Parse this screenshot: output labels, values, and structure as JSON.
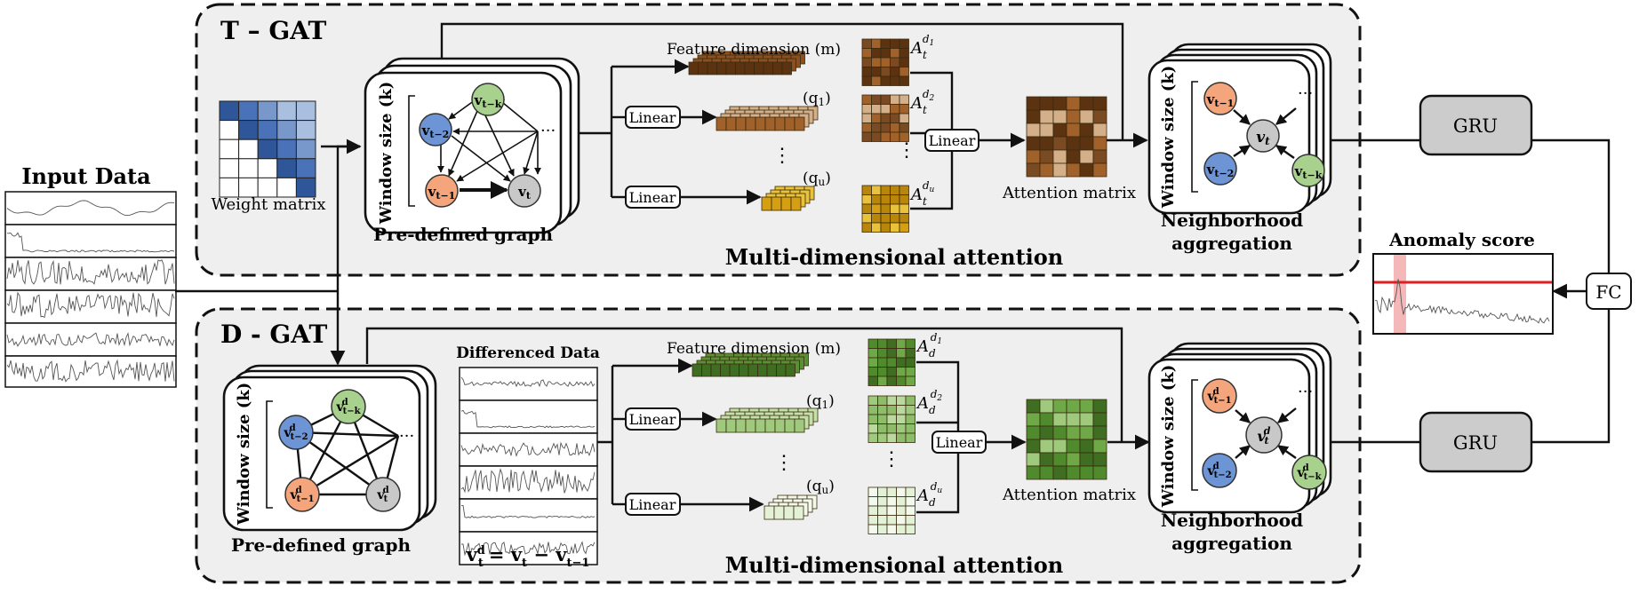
{
  "input": {
    "title": "Input Data"
  },
  "tgat": {
    "title": "T – GAT",
    "weight_label": "Weight matrix",
    "graph_label": "Pre-defined graph",
    "window_label": "Window size (k)",
    "nodes": {
      "n1": "v",
      "n1_sub": "t−k",
      "n2": "v",
      "n2_sub": "t−2",
      "n3": "v",
      "n3_sub": "t−1",
      "n4": "v",
      "n4_sub": "t"
    },
    "feature_label": "Feature dimension (m)",
    "q1": "(q",
    "q1_sub": "1",
    "qu": "(q",
    "qu_sub": "u",
    "linear": "Linear",
    "attn_d1": "A",
    "attn_sub": "t",
    "attn_sup1": "d",
    "attn_sup1_sub": "1",
    "attn_sup2_sub": "2",
    "attn_supu_sub": "u",
    "attention_matrix_label": "Attention matrix",
    "mda_label": "Multi-dimensional attention",
    "agg_label_1": "Neighborhood",
    "agg_label_2": "aggregation",
    "agg_nodes": {
      "a1_sub": "t−1",
      "a2_sub": "t−2",
      "a3_sub": "t−k",
      "center": "v",
      "center_sub": "t"
    }
  },
  "dgat": {
    "title": "D - GAT",
    "graph_label": "Pre-defined graph",
    "window_label": "Window size (k)",
    "diff_title": "Differenced Data",
    "diff_formula_lhs": "v",
    "diff_formula_rhs": "= v",
    "diff_formula_sub_t": "t",
    "diff_formula_minus": " − v",
    "diff_formula_sub_t1": "t−1",
    "sup_d": "d",
    "feature_label": "Feature dimension (m)",
    "linear": "Linear",
    "attn_d1": "A",
    "attn_sub": "d",
    "attention_matrix_label": "Attention matrix",
    "mda_label": "Multi-dimensional attention",
    "agg_label_1": "Neighborhood",
    "agg_label_2": "aggregation"
  },
  "right": {
    "gru_top": "GRU",
    "gru_bottom": "GRU",
    "fc": "FC",
    "anomaly_title": "Anomaly score"
  },
  "ellipsis": "···",
  "vdots": "⋮",
  "colors": {
    "brown_dark": "#5c3310",
    "brown_mid": "#a0612a",
    "brown_light": "#d4b08a",
    "gold": "#d4a012",
    "gold_light": "#e8c23a",
    "green_dark": "#3f6e23",
    "green_mid": "#9fca7d",
    "green_light": "#e3f1d6",
    "blue_dark": "#2e5698",
    "blue_light": "#a8bfe0",
    "node_blue": "#6d95d6",
    "node_orange": "#f4a57b",
    "node_green": "#a9d18e",
    "node_gray": "#c8c8c8",
    "threshold_red": "#e02020"
  }
}
